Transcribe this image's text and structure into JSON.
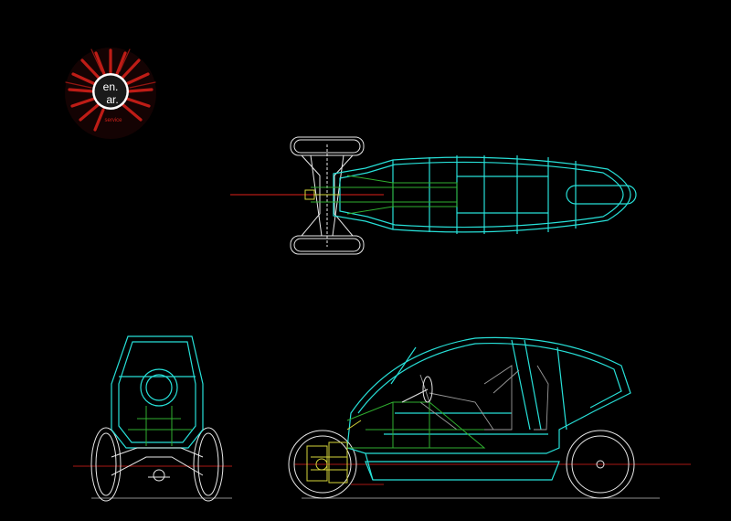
{
  "logo": {
    "line1": "en.",
    "line2": "ar.",
    "subtitle": "service",
    "accent_color": "#d0201a"
  },
  "colors": {
    "background": "#000000",
    "chassis": "#27e0d8",
    "frame": "#2fae2f",
    "wheels": "#e8e8e8",
    "centerline": "#e0201a",
    "suspension": "#d6d63a",
    "interior": "#9a9a9a"
  },
  "views": [
    "top-view",
    "front-view",
    "side-view"
  ]
}
